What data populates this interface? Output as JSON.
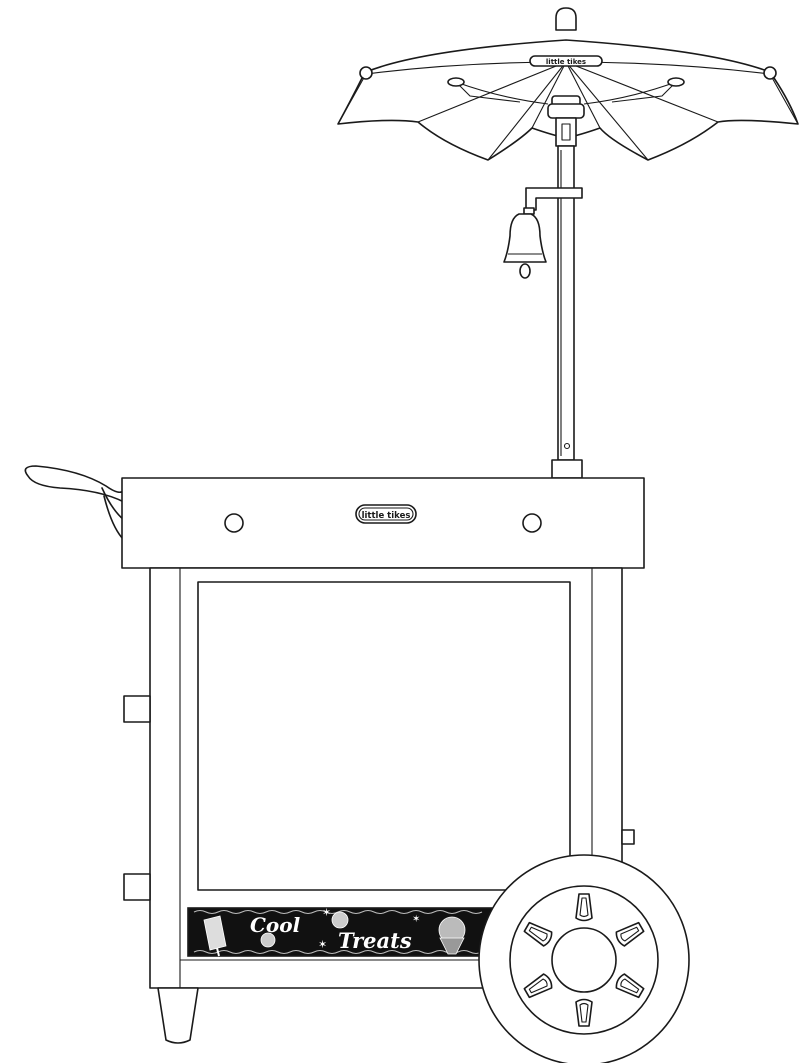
{
  "brand": {
    "logo_text": "little tikes",
    "umbrella_logo_text": "little tikes"
  },
  "banner": {
    "line1": "Cool",
    "line2": "Treats",
    "background_color": "#111111",
    "text_color": "#ffffff"
  },
  "colors": {
    "stroke": "#1a1a1a",
    "fill": "#ffffff"
  }
}
